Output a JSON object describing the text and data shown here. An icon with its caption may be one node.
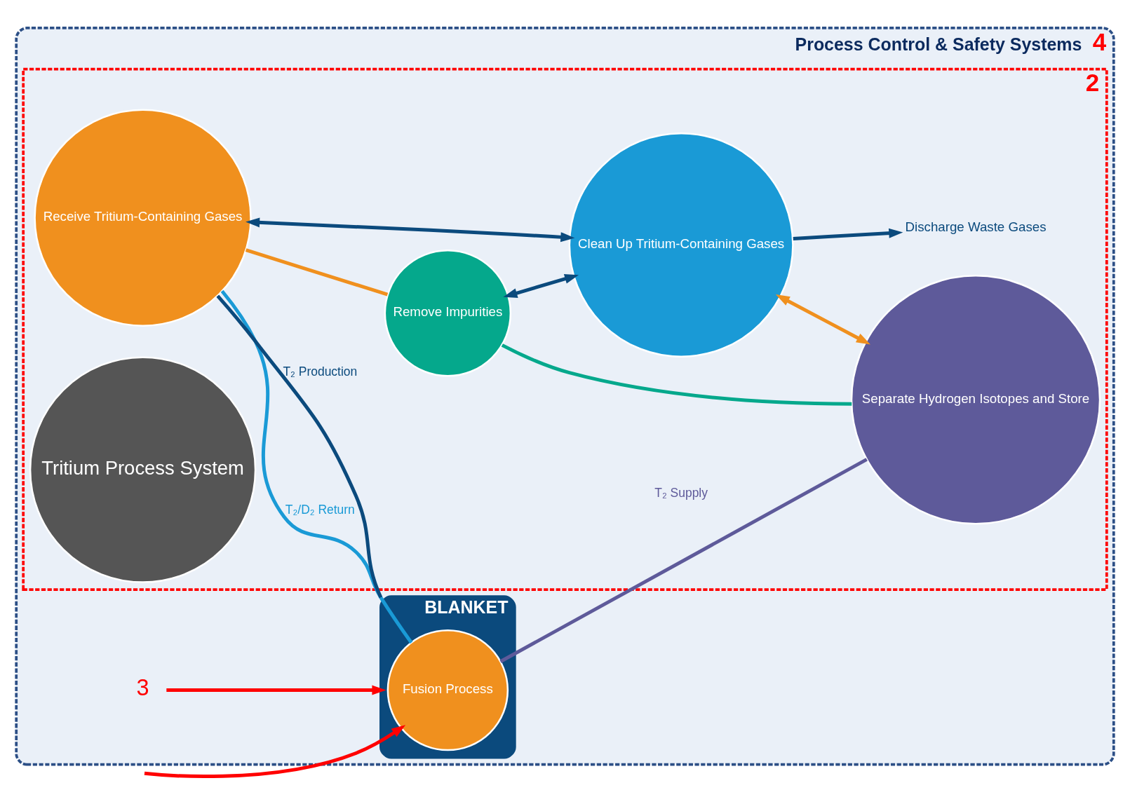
{
  "diagram": {
    "nodes": [
      {
        "text": [
          "Process Control & Safety Systems"
        ],
        "beside": [
          "4"
        ]
      },
      {
        "text": [],
        "shape": "box",
        "beside": [
          "2"
        ],
        "in": 0
      },
      {
        "text": [
          "BLANKET"
        ],
        "in": 0
      },
      {
        "text": [
          "Fusion Process"
        ],
        "in": 2
      },
      {
        "text": [
          "Receive Tritium-Containing Gases"
        ],
        "in": 1
      },
      {
        "text": [
          "Tritium Process System"
        ],
        "in": 1
      },
      {
        "text": [
          "Remove Impurities"
        ],
        "in": 1
      },
      {
        "text": [
          "Separate Hydrogen Isotopes and Store"
        ],
        "in": 1
      },
      {
        "text": [
          "Clean Up Tritium-Containing Gases"
        ],
        "in": 1
      },
      {
        "text": [
          "Discharge Waste Gases"
        ],
        "in": 1
      },
      {
        "text": [
          "3"
        ],
        "in": 0
      }
    ],
    "edges": [
      {
        "from": 2,
        "to": 4,
        "arrow": "none",
        "label": "T₂ Production",
        "color": "#0b4a7d"
      },
      {
        "from": 4,
        "to": 3,
        "arrow": "none",
        "label": "T₂/D₂ Return",
        "color": "#1a9ad6"
      },
      {
        "from": 7,
        "to": 3,
        "arrow": "none",
        "label": "T₂ Supply",
        "color": "#5e5a9a"
      },
      {
        "from": 4,
        "to": 6,
        "arrow": "none",
        "color": "#f0901e"
      },
      {
        "from": 6,
        "to": 7,
        "arrow": "none",
        "color": "#05a88c"
      },
      {
        "from": 4,
        "to": 8,
        "arrow": "both",
        "color": "#0b4a7d"
      },
      {
        "from": 6,
        "to": 8,
        "arrow": "both",
        "color": "#0b4a7d"
      },
      {
        "from": 8,
        "to": 7,
        "arrow": "both",
        "color": "#f0901e"
      },
      {
        "from": 8,
        "to": 9,
        "arrow": "to",
        "color": "#0b4a7d"
      },
      {
        "from": 10,
        "to": 2,
        "arrow": "to",
        "color": "#ff0000"
      },
      {
        "from": null,
        "to": 3,
        "arrow": "to",
        "color": "#ff0000"
      }
    ]
  }
}
